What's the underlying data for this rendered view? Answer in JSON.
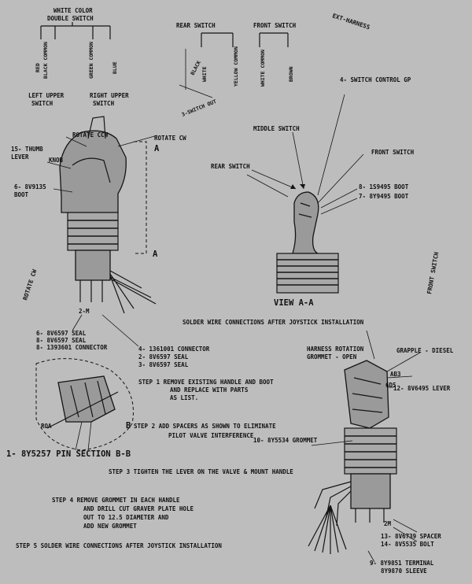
{
  "switch_labels": {
    "two_color_top": "WHITE COLOR",
    "two_color_bottom": "DOUBLE SWITCH",
    "rear_switch": "REAR SWITCH",
    "front_switch": "FRONT SWITCH",
    "left_upper_line1": "LEFT UPPER",
    "left_upper_line2": "SWITCH",
    "right_upper_line1": "RIGHT UPPER",
    "right_upper_line2": "SWITCH",
    "third_switch": "3-SWITCH OUT"
  },
  "wire_labels": {
    "w1": "RED",
    "w2": "BLACK COMMON",
    "w3": "GREEN COMMON",
    "w4": "BLUE",
    "w5": "WHITE",
    "w6": "YELLOW COMMON",
    "w7": "WHITE COMMON",
    "w8": "BROWN",
    "w9": "BLACK"
  },
  "corner_note": "EXT-HARNESS",
  "callouts": {
    "rotate_ccw": "ROTATE CCW",
    "rotate_cw": "ROTATE CW",
    "thumb_lever_1": "15- THUMB",
    "thumb_lever_2": "LEVER",
    "knob": "KNOB",
    "boot_1": "6- 8V9135",
    "boot_2": "BOOT",
    "section_a_top": "A",
    "section_a_bottom": "A",
    "detail_b": "B",
    "seal_1": "6- 8V6597 SEAL",
    "seal_2": "8- 8V6597 SEAL",
    "connector": "8- 1393601 CONNECTOR",
    "hm_code": "2-M",
    "connector_r1": "4- 1361001 CONNECTOR",
    "connector_r2": "2- 8V6597 SEAL",
    "connector_r3": "3- 8V6597 SEAL",
    "side_left": "ROTATE CW",
    "section_b_label": "1- 8Y5257 PIN SECTION B-B",
    "roa": "ROA"
  },
  "right_view": {
    "switch_control": "4- SWITCH CONTROL GP",
    "middle_switch": "MIDDLE SWITCH",
    "front_switch": "FRONT SWITCH",
    "rear_switch": "REAR SWITCH",
    "boot1": "8- 1S9495 BOOT",
    "boot2": "7- 8Y9495 BOOT",
    "view_label": "VIEW A-A",
    "side_label": "FRONT SWITCH"
  },
  "steps": {
    "solder_top": "SOLDER WIRE CONNECTIONS AFTER JOYSTICK INSTALLATION",
    "step1_line1": "STEP 1 REMOVE EXISTING HANDLE AND BOOT",
    "step1_line2": "AND REPLACE WITH PARTS",
    "step1_line3": "AS LIST.",
    "step2_line1": "STEP 2 ADD SPACERS AS SHOWN TO ELIMINATE",
    "step2_line2": "PILOT VALVE INTERFERENCE",
    "step3": "STEP 3 TIGHTEN THE LEVER ON THE VALVE & MOUNT HANDLE",
    "step4_line1": "STEP 4 REMOVE GROMMET IN EACH HANDLE",
    "step4_line2": "AND DRILL CUT GRAVER PLATE HOLE",
    "step4_line3": "OUT TO 12.5 DIAMETER AND",
    "step4_line4": "ADD NEW GROMMET",
    "solder_bottom": "STEP 5 SOLDER WIRE CONNECTIONS AFTER JOYSTICK INSTALLATION"
  },
  "bottom_right": {
    "harness_rotation_1": "HARNESS ROTATION",
    "harness_rotation_2": "GROMMET - OPEN",
    "grapple_diesel": "GRAPPLE - DIESEL",
    "grommet": "10- 8Y5534 GROMMET",
    "lever": "12- 8V6495 LEVER",
    "spacer_num": "AB3",
    "spacer_num2": "6D5",
    "spacer1": "13- 8V6739 SPACER",
    "spacer2": "14- 8V5535 BOLT",
    "terminal1": "9- 8Y9851 TERMINAL",
    "terminal2": "8Y9870 SLEEVE",
    "code_bottom": "2M"
  }
}
